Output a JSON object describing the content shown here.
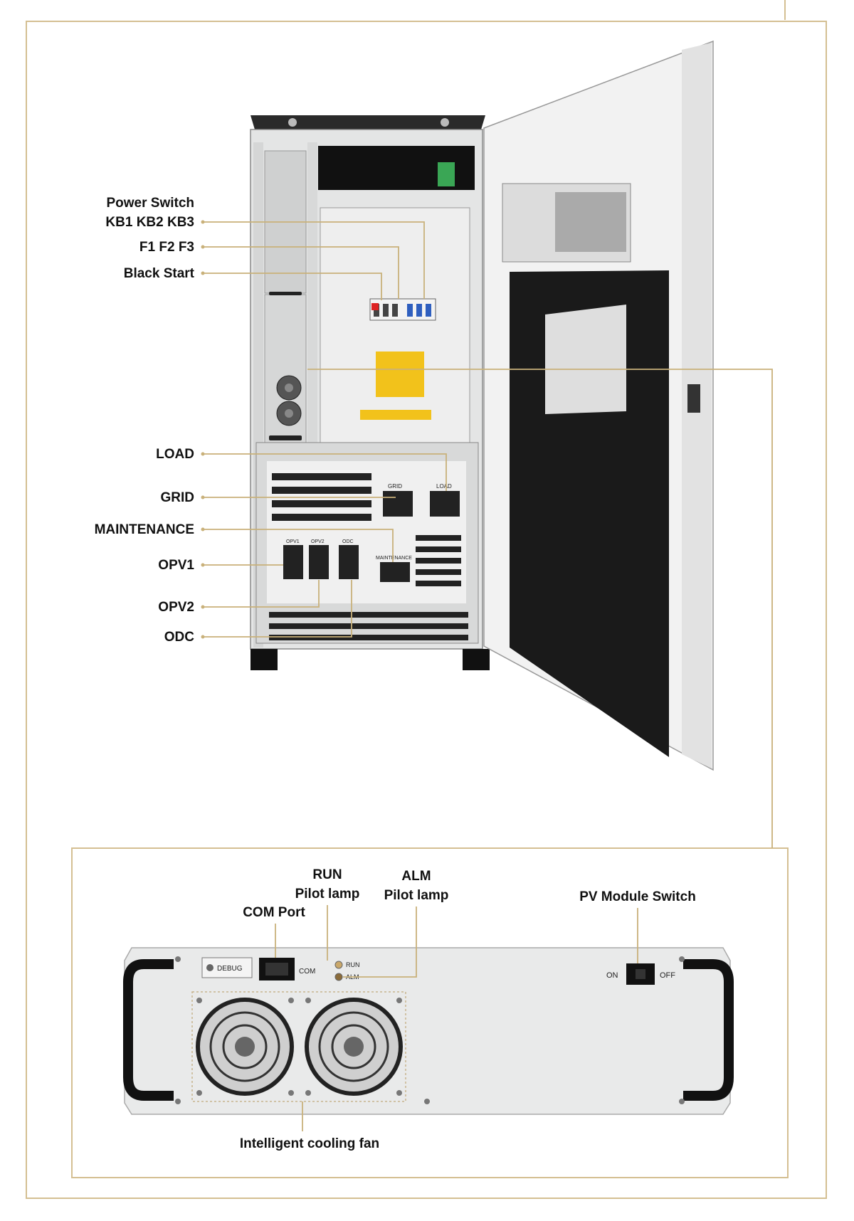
{
  "colors": {
    "frame": "#d4bf92",
    "leader": "#c9b17a",
    "cabinet": "#e9eaea",
    "dark": "#1b1b1b"
  },
  "cabinet_labels": {
    "power_switch": "Power Switch",
    "kb": "KB1  KB2  KB3",
    "f": "F1  F2  F3",
    "black_start": "Black Start",
    "load": "LOAD",
    "grid": "GRID",
    "maintenance": "MAINTENANCE",
    "opv1": "OPV1",
    "opv2": "OPV2",
    "odc": "ODC"
  },
  "cabinet_panel_text": {
    "grid": "GRID",
    "load": "LOAD",
    "maintenance": "MAINTENANCE",
    "opv1": "OPV1",
    "opv2": "OPV2",
    "odc": "ODC"
  },
  "module_labels": {
    "run_1": "RUN",
    "run_2": "Pilot lamp",
    "alm_1": "ALM",
    "alm_2": "Pilot lamp",
    "com_port": "COM Port",
    "pv_switch": "PV Module Switch",
    "fan": "Intelligent cooling fan"
  },
  "module_panel_text": {
    "debug": "DEBUG",
    "com": "COM",
    "run": "RUN",
    "alm": "ALM",
    "on": "ON",
    "off": "OFF"
  }
}
